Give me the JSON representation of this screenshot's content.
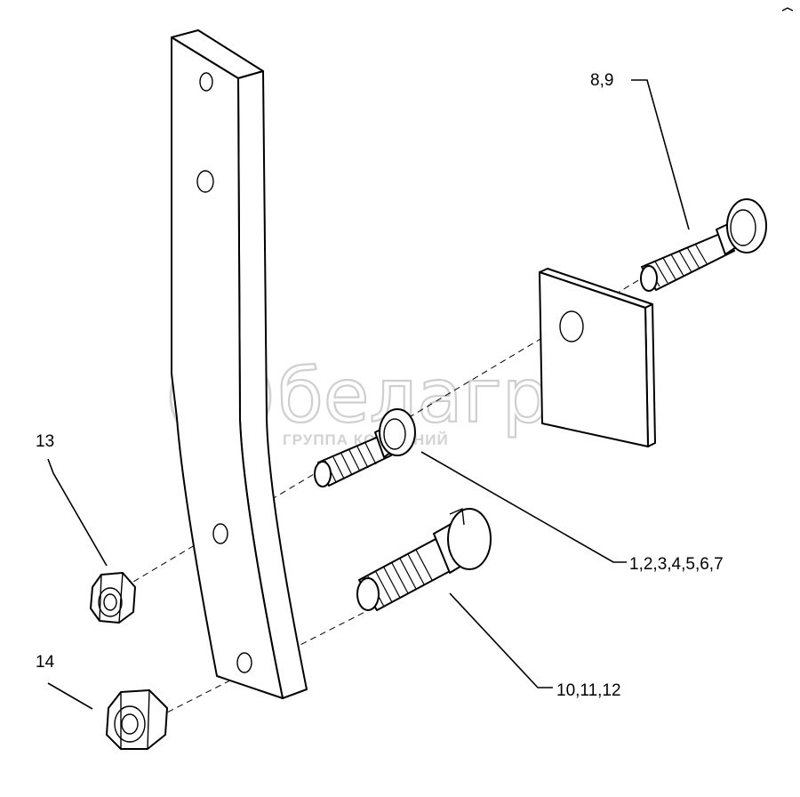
{
  "watermark": {
    "brand": "белагро",
    "subtitle": "ГРУППА КОМПАНИЙ"
  },
  "callouts": [
    {
      "id": "c13",
      "label": "13"
    },
    {
      "id": "c14",
      "label": "14"
    },
    {
      "id": "c89",
      "label": "8,9"
    },
    {
      "id": "c17",
      "label": "1,2,3,4,5,6,7"
    },
    {
      "id": "c1012",
      "label": "10,11,12"
    }
  ]
}
